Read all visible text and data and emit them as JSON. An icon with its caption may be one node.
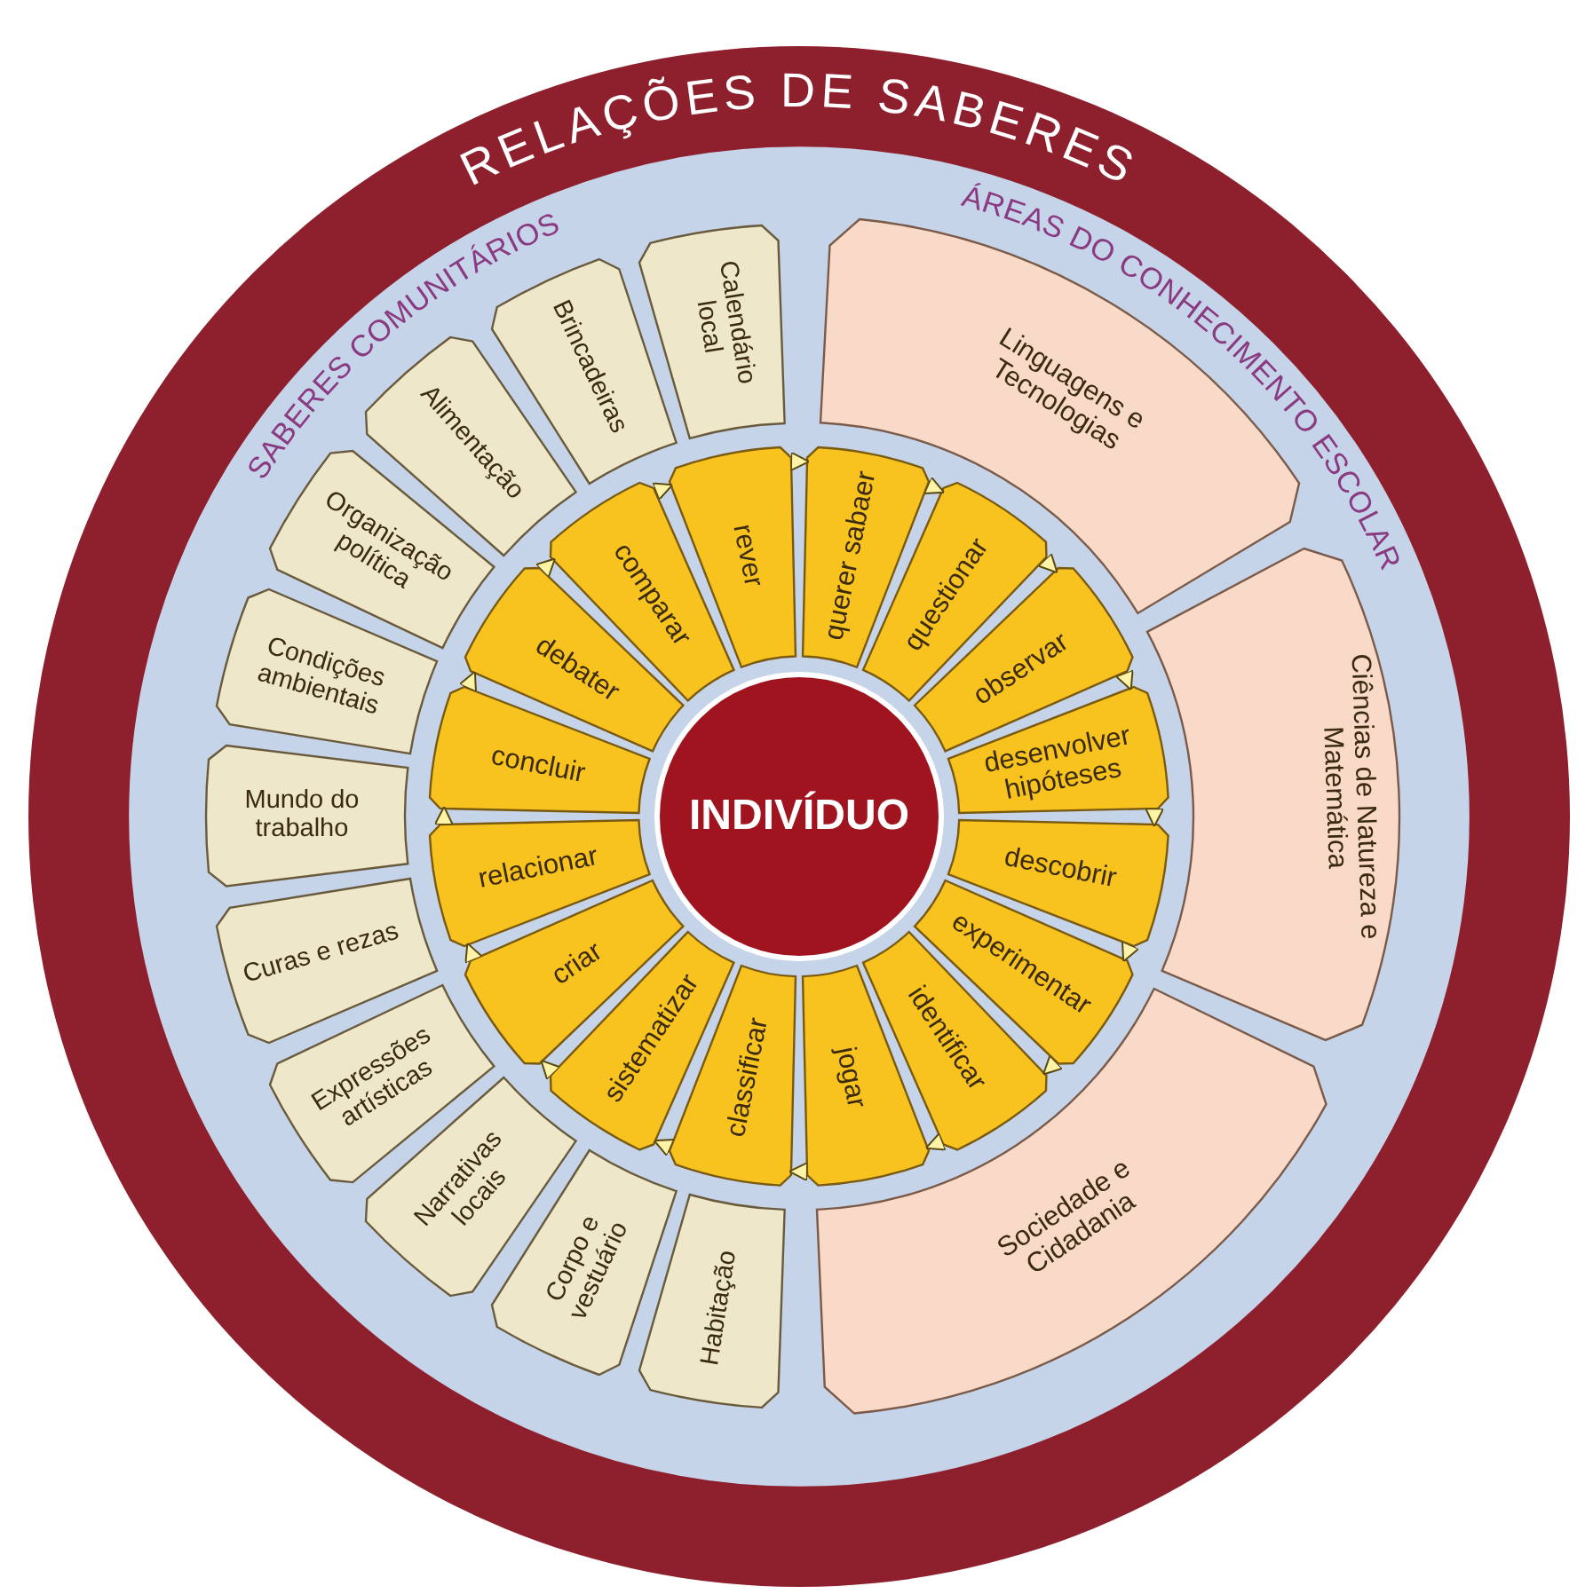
{
  "diagram": {
    "nodes": [
      {
        "text": [
          "RELAÇÕES DE SABERES"
        ]
      },
      {
        "text": [
          "SABERES COMUNITÁRIOS"
        ],
        "in": 0
      },
      {
        "text": [
          "Calendário local"
        ],
        "in": 1
      },
      {
        "text": [
          "Brincadeiras"
        ],
        "in": 1
      },
      {
        "text": [
          "Alimentação"
        ],
        "in": 1
      },
      {
        "text": [
          "Organização política"
        ],
        "in": 1
      },
      {
        "text": [
          "Condições ambientais"
        ],
        "in": 1
      },
      {
        "text": [
          "Mundo do trabalho"
        ],
        "in": 1
      },
      {
        "text": [
          "Curas e rezas"
        ],
        "in": 1
      },
      {
        "text": [
          "Expressões artísticas"
        ],
        "in": 1
      },
      {
        "text": [
          "Narrativas locais"
        ],
        "in": 1
      },
      {
        "text": [
          "Corpo e vestuário"
        ],
        "in": 1
      },
      {
        "text": [
          "Habitação"
        ],
        "in": 1
      },
      {
        "text": [
          "ÁREAS DO CONHECIMENTO ESCOLAR",
          "Linguagens e Tecnologias"
        ],
        "in": 1
      },
      {
        "text": [
          "Ciências de Natureza e Matemática"
        ],
        "in": 1
      },
      {
        "text": [
          "Sociedade e Cidadania"
        ],
        "in": 1
      },
      {
        "text": [
          "INDIVÍDUO"
        ],
        "in": 1
      },
      {
        "text": [
          "rever"
        ],
        "in": 1
      },
      {
        "text": [
          "querer sabaer"
        ],
        "in": 1
      },
      {
        "text": [
          "questionar"
        ],
        "in": 1
      },
      {
        "text": [
          "observar"
        ],
        "in": 1
      },
      {
        "text": [
          "desenvolver hipóteses"
        ],
        "in": 1
      },
      {
        "text": [
          "descobrir"
        ],
        "in": 1
      },
      {
        "text": [
          "experimentar"
        ],
        "in": 1
      },
      {
        "text": [
          "identificar"
        ],
        "in": 1
      },
      {
        "text": [
          "jogar"
        ],
        "in": 1
      },
      {
        "text": [
          "classificar"
        ],
        "in": 1
      },
      {
        "text": [
          "sistematizar"
        ],
        "in": 1
      },
      {
        "text": [
          "criar"
        ],
        "in": 1
      },
      {
        "text": [
          "relacionar"
        ],
        "in": 1
      },
      {
        "text": [
          "concluir"
        ],
        "in": 1
      },
      {
        "text": [
          "debater"
        ],
        "in": 1
      },
      {
        "text": [
          "comparar"
        ],
        "in": 1
      }
    ],
    "edges": [
      {
        "from": 17,
        "to": 18,
        "arrow": "to"
      },
      {
        "from": 18,
        "to": 19,
        "arrow": "to"
      },
      {
        "from": 19,
        "to": 20,
        "arrow": "to"
      },
      {
        "from": 20,
        "to": 21,
        "arrow": "to"
      },
      {
        "from": 21,
        "to": 22,
        "arrow": "to"
      },
      {
        "from": 22,
        "to": 23,
        "arrow": "to"
      },
      {
        "from": 23,
        "to": 24,
        "arrow": "to"
      },
      {
        "from": 24,
        "to": 25,
        "arrow": "to"
      },
      {
        "from": 25,
        "to": 26,
        "arrow": "to"
      },
      {
        "from": 26,
        "to": 27,
        "arrow": "to"
      },
      {
        "from": 27,
        "to": 28,
        "arrow": "to"
      },
      {
        "from": 28,
        "to": 29,
        "arrow": "to"
      },
      {
        "from": 29,
        "to": 30,
        "arrow": "to"
      },
      {
        "from": 30,
        "to": 31,
        "arrow": "to"
      },
      {
        "from": 31,
        "to": 32,
        "arrow": "to"
      },
      {
        "from": 32,
        "to": 17,
        "arrow": "to"
      }
    ]
  }
}
